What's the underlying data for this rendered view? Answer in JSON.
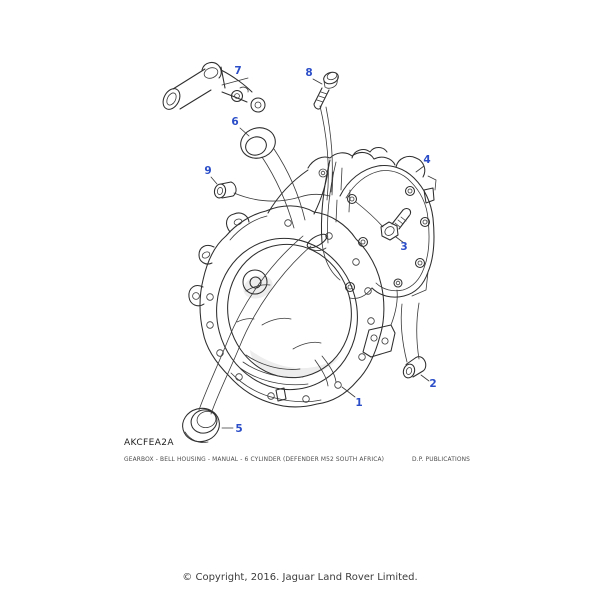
{
  "page": {
    "part_code": "AKCFEA2A",
    "caption": "GEARBOX - BELL HOUSING - MANUAL - 6 CYLINDER (DEFENDER M52 SOUTH AFRICA)",
    "publisher": "D.P. PUBLICATIONS",
    "copyright": "© Copyright, 2016. Jaguar Land Rover Limited."
  },
  "diagram": {
    "type": "exploded-parts-illustration",
    "colors": {
      "callout": "#2b4ec8",
      "line": "#2e2e2e",
      "background": "#ffffff"
    },
    "callouts": [
      {
        "label": "1"
      },
      {
        "label": "2"
      },
      {
        "label": "3"
      },
      {
        "label": "4"
      },
      {
        "label": "5"
      },
      {
        "label": "6"
      },
      {
        "label": "7"
      },
      {
        "label": "8"
      },
      {
        "label": "9"
      }
    ]
  }
}
